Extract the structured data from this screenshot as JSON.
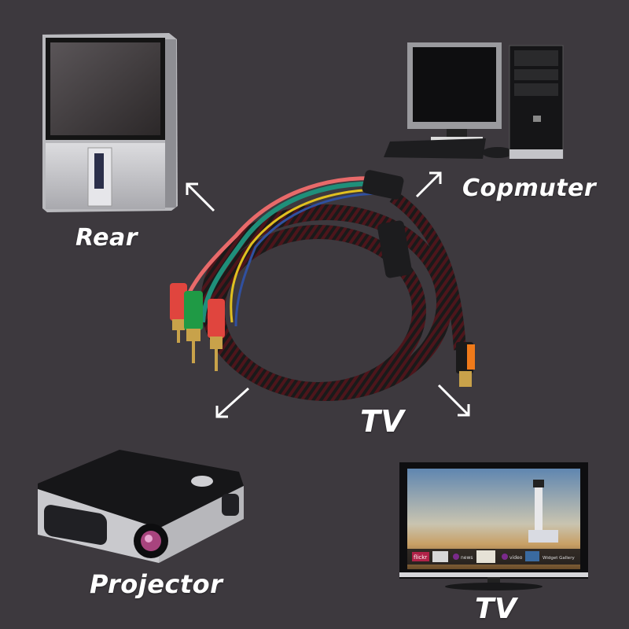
{
  "background_color": "#3d393e",
  "product": {
    "name": "hdmi-to-component-rca-cable",
    "connectors": {
      "hdmi_plug_accent": "#f07a1a",
      "rca_colors": [
        "#e0453e",
        "#1f9a45",
        "#e0453e"
      ],
      "internal_wires": [
        "#e86a6a",
        "#1f8f7a",
        "#e0c020",
        "#3050a0"
      ],
      "braid_colors": [
        "#1a1a1a",
        "#6b1a22"
      ]
    }
  },
  "labels": {
    "rear": "Rear",
    "computer": "Copmuter",
    "tv_center": "TV",
    "projector": "Projector",
    "tv_bottom": "TV"
  },
  "devices": [
    {
      "name": "rear-projection-tv",
      "position": "top-left"
    },
    {
      "name": "desktop-computer",
      "position": "top-right"
    },
    {
      "name": "projector",
      "position": "bottom-left"
    },
    {
      "name": "flat-screen-tv",
      "position": "bottom-right"
    }
  ],
  "tv_screen_widgets": [
    "flickr",
    "news",
    "video",
    "Widget Gallery"
  ]
}
